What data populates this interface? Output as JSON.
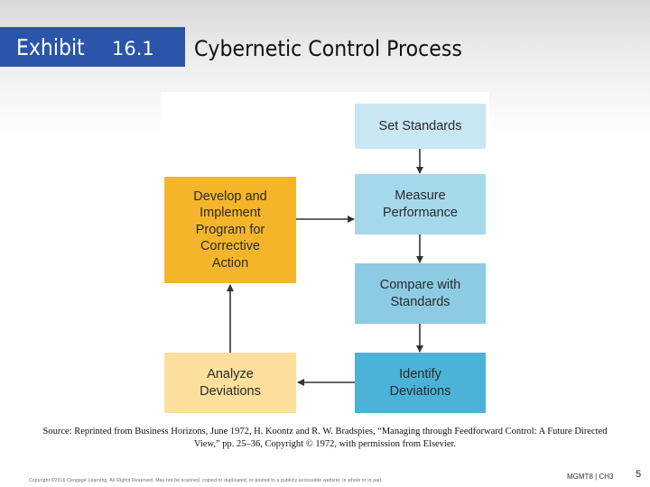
{
  "header": {
    "exhibit_word": "Exhibit",
    "exhibit_number": "16.1",
    "title": "Cybernetic Control Process"
  },
  "diagram": {
    "set_standards": "Set Standards",
    "measure_performance": "Measure\nPerformance",
    "compare_standards": "Compare with\nStandards",
    "identify_deviations": "Identify\nDeviations",
    "analyze_deviations": "Analyze\nDeviations",
    "develop_program": "Develop and\nImplement\nProgram for\nCorrective\nAction"
  },
  "colors": {
    "exhibit_bg": "#2a55a8",
    "blue_light": "#c9e6f3",
    "blue_mid": "#a6d8ec",
    "blue_mid2": "#8ccbe3",
    "blue_dark": "#4cb3d8",
    "orange": "#f5b52b",
    "orange_light": "#fcdf9c"
  },
  "footer": {
    "source": "Source: Reprinted from Business Horizons, June 1972, H. Koontz and R. W. Bradspies, “Managing through Feedforward Control: A Future Directed View,” pp. 25–36, Copyright © 1972, with permission from Elsevier.",
    "copyright": "Copyright ©2016 Cengage Learning. All Rights Reserved. May not be scanned, copied or duplicated, or posted to a publicly accessible website, in whole or in part.",
    "course": "MGMT8 | CH3",
    "page_number": "5"
  }
}
